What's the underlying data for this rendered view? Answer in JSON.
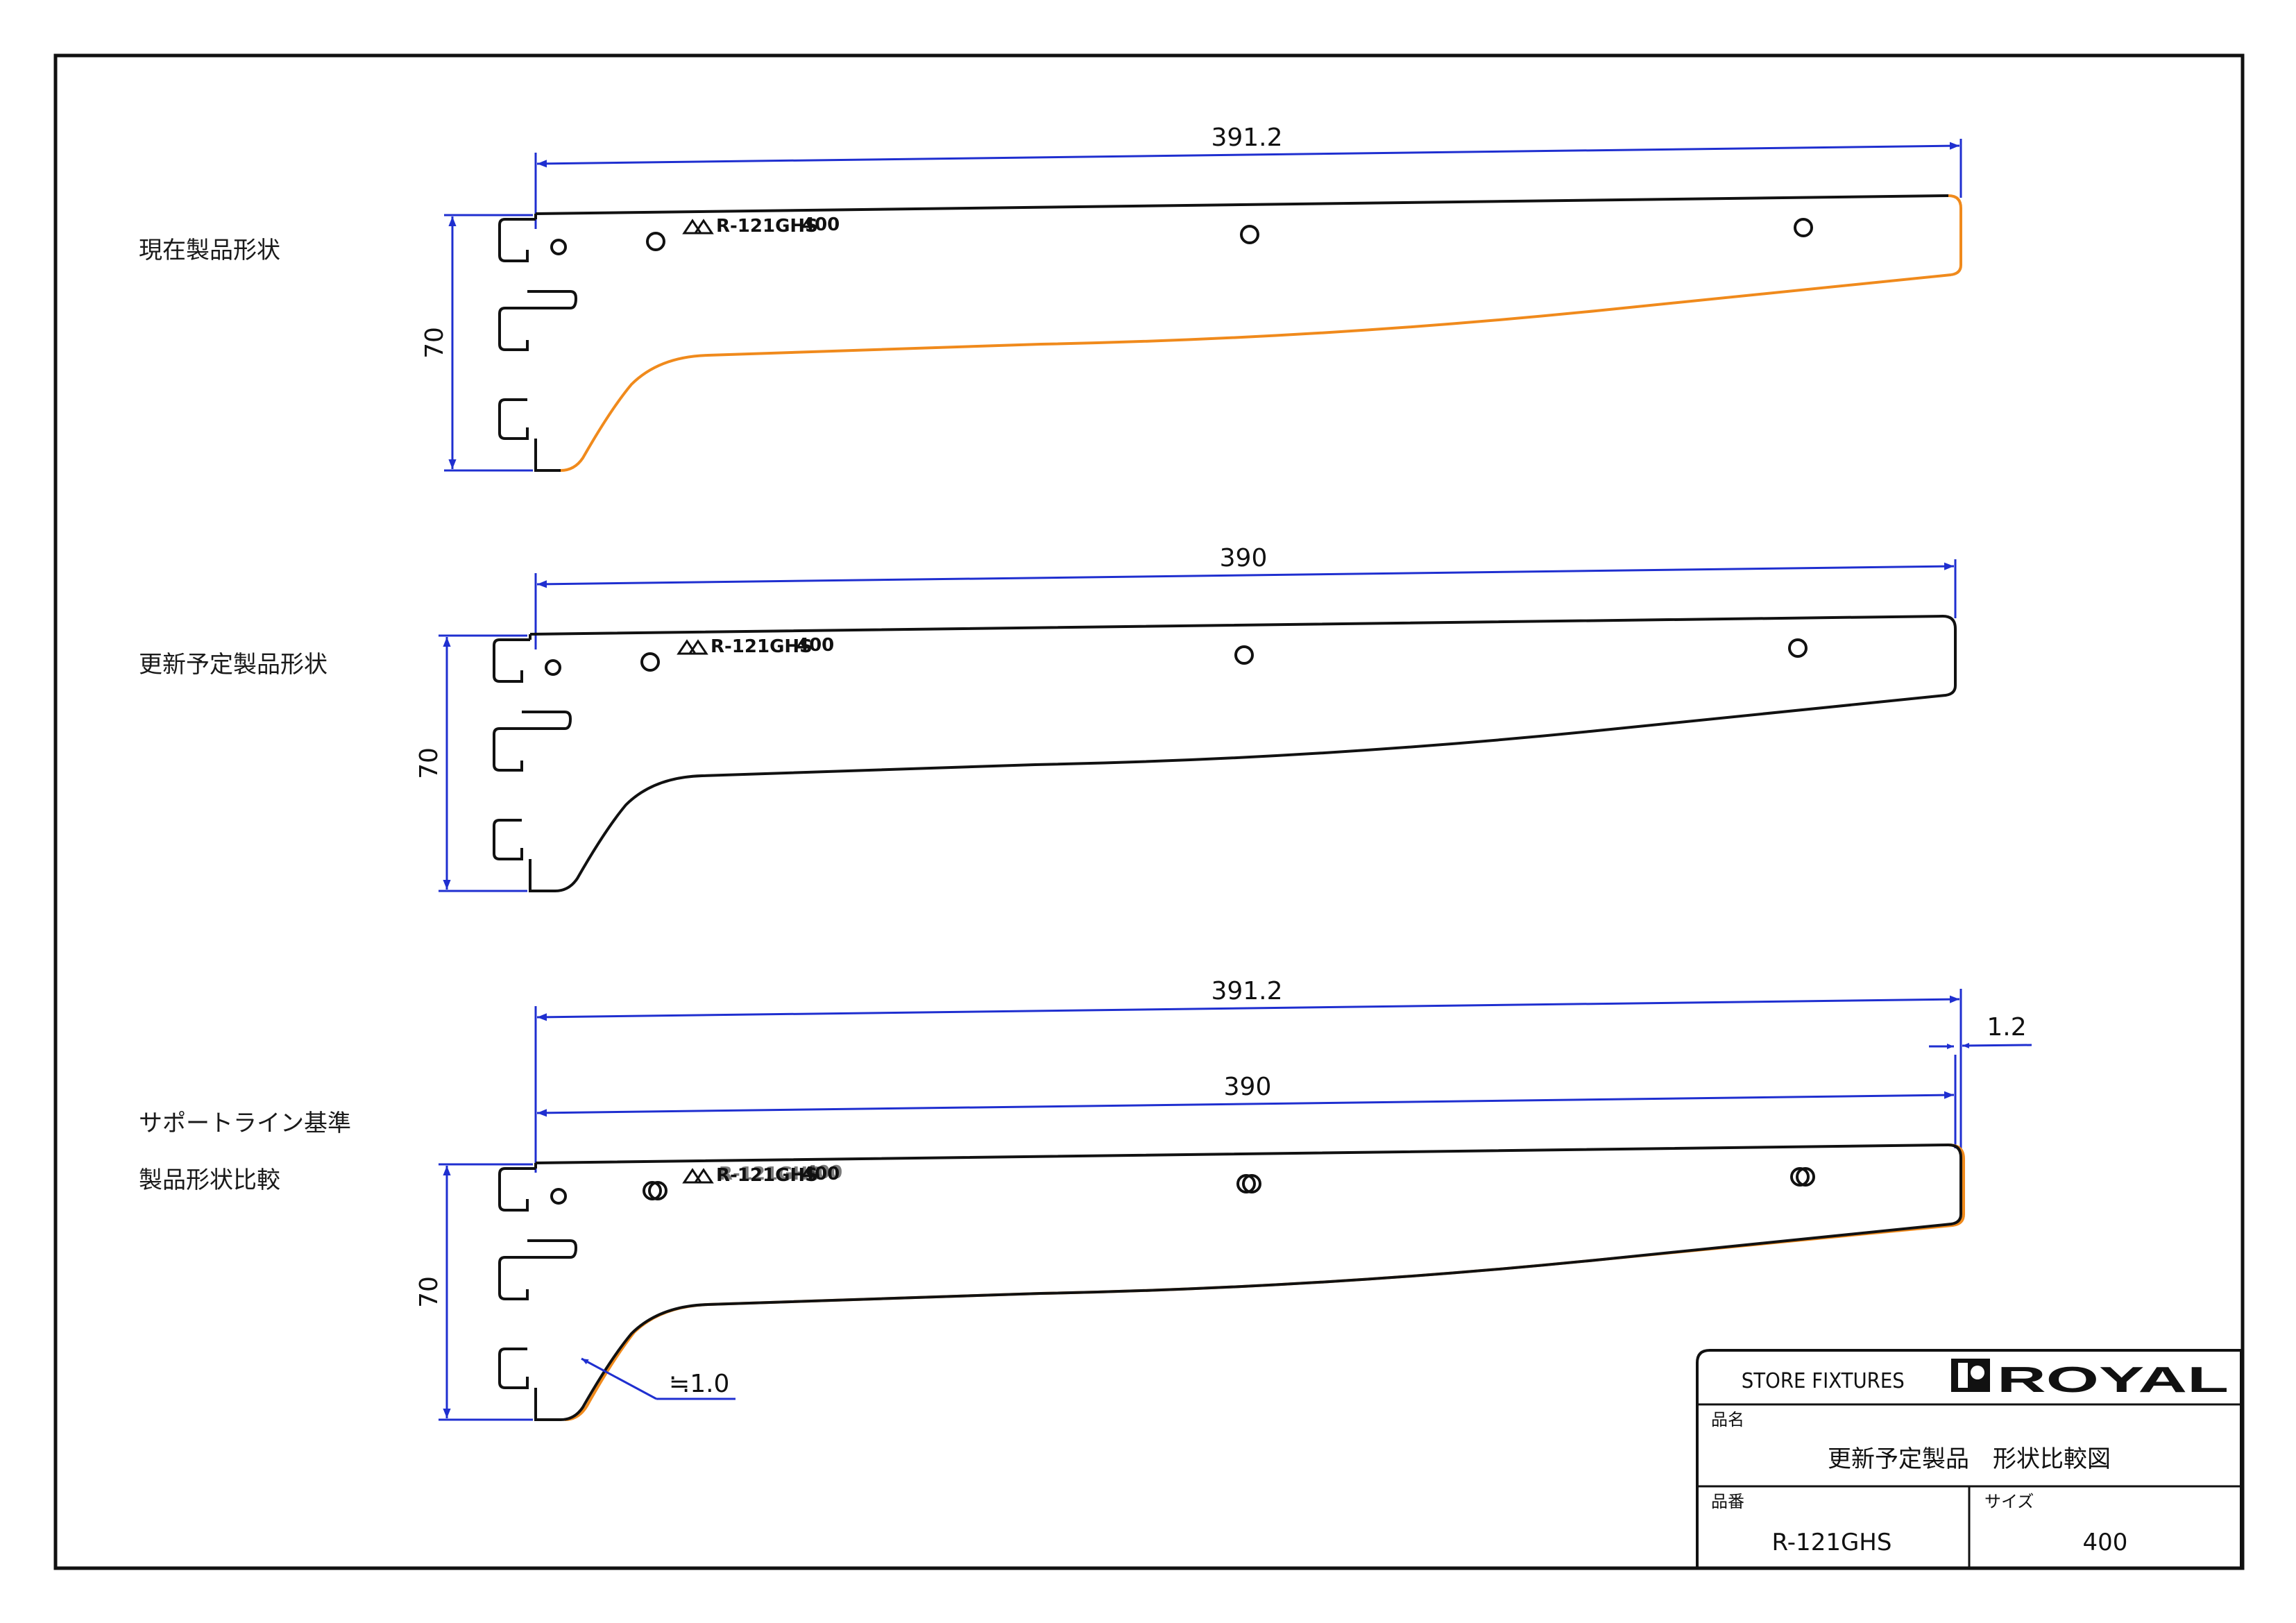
{
  "sections": [
    {
      "label_lines": [
        "現在製品形状"
      ],
      "length_dim": "391.2",
      "height_dim": "70",
      "stamp_part": "R-121GHS",
      "stamp_size": "400"
    },
    {
      "label_lines": [
        "更新予定製品形状"
      ],
      "length_dim": "390",
      "height_dim": "70",
      "stamp_part": "R-121GHS",
      "stamp_size": "400"
    },
    {
      "label_lines": [
        "サポートライン基準",
        "製品形状比較"
      ],
      "length_dim_outer": "391.2",
      "length_dim_inner": "390",
      "offset_dim": "1.2",
      "curve_dim": "≒1.0",
      "height_dim": "70",
      "stamp_part": "R-121GHS",
      "stamp_size": "400"
    }
  ],
  "title_block": {
    "company_line": "STORE FIXTURES",
    "logo_text": "ROYAL",
    "name_label": "品名",
    "name_value": "更新予定製品　形状比較図",
    "part_label": "品番",
    "part_value": "R-121GHS",
    "size_label": "サイズ",
    "size_value": "400"
  },
  "colors": {
    "outline": "#111111",
    "highlight": "#f08a1c",
    "dimension": "#1f2fd0"
  }
}
